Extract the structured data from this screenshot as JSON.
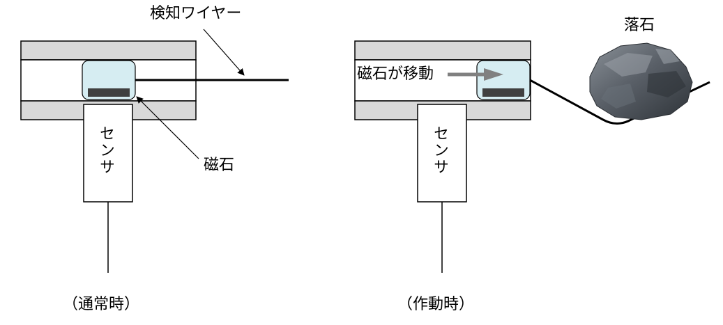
{
  "normal": {
    "wire_label": "検知ワイヤー",
    "magnet_label": "磁石",
    "sensor_label": "センサ",
    "caption": "（通常時）"
  },
  "active": {
    "rock_label": "落石",
    "move_label": "磁石が移動",
    "sensor_label": "センサ",
    "caption": "（作動時）"
  },
  "colors": {
    "rail_fill": "#d9d9d9",
    "magnet_fill": "#d6edf2",
    "magnet_core": "#404040",
    "arrow_fill": "#808080",
    "rock_dark": "#3f444a",
    "rock_light": "#7c838b"
  }
}
